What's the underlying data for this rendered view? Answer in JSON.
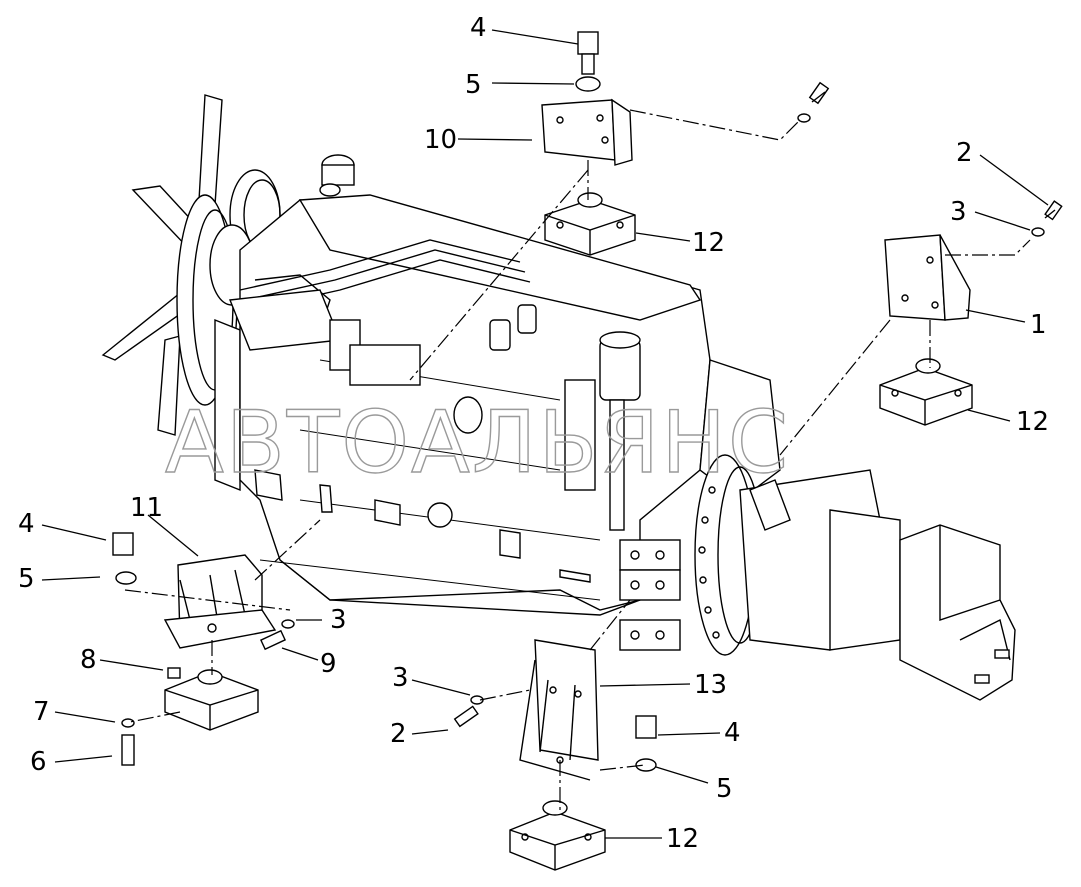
{
  "watermark": "АВТОАЛЬЯНС",
  "callouts": [
    "4",
    "5",
    "10",
    "12",
    "2",
    "3",
    "1",
    "12",
    "11",
    "4",
    "5",
    "3",
    "9",
    "8",
    "7",
    "6",
    "3",
    "2",
    "13",
    "4",
    "5",
    "12"
  ]
}
